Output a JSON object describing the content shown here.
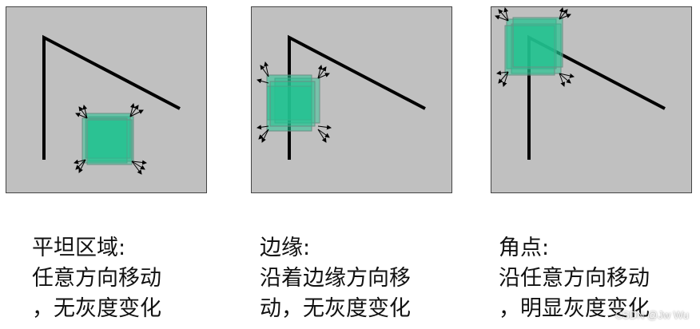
{
  "colors": {
    "panel_fill": "#c0c0c0",
    "panel_border": "#444444",
    "line": "#000000",
    "window_fill": "#22c391",
    "window_stroke": "#6a8f84"
  },
  "panels": [
    {
      "id": "flat",
      "caption": [
        "平坦区域:",
        "任意方向移动",
        "，无灰度变化"
      ]
    },
    {
      "id": "edge",
      "caption": [
        "边缘:",
        "沿着边缘方向移",
        "动，无灰度变化"
      ]
    },
    {
      "id": "corner",
      "caption": [
        "角点:",
        "沿任意方向移动",
        "，明显灰度变化"
      ]
    }
  ],
  "watermark": "CSDN @Jw Wu"
}
